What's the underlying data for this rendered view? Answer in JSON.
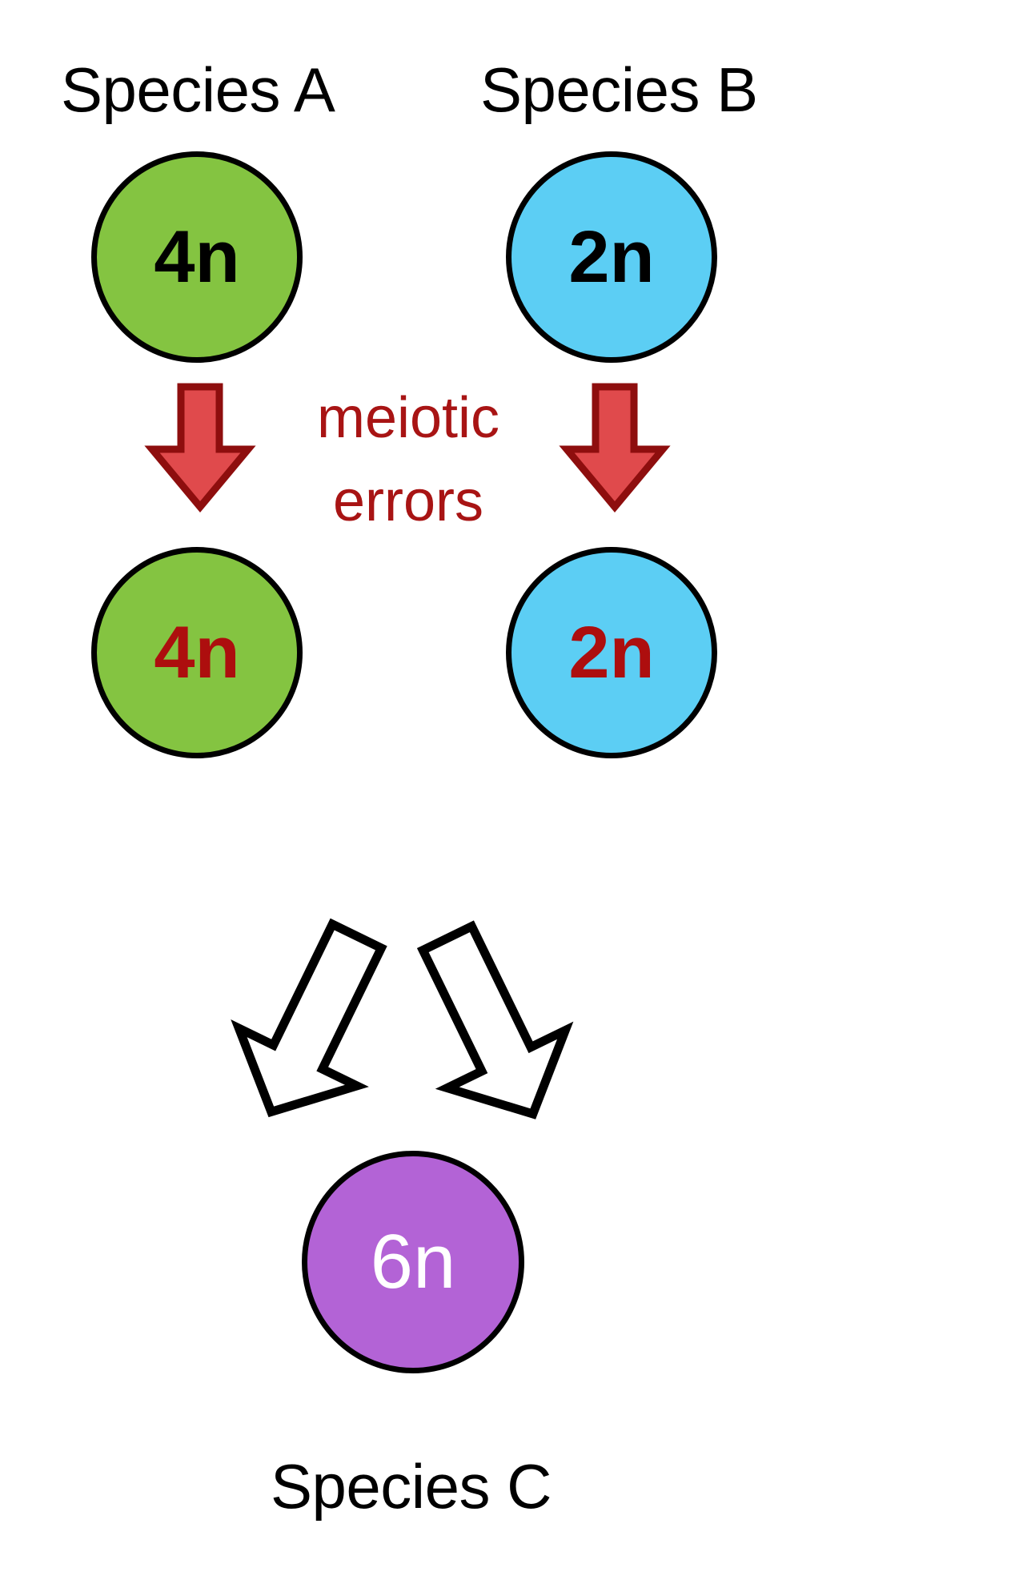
{
  "diagram": {
    "title": "Allopolyploid speciation diagram",
    "background_color": "#FFFFFF"
  },
  "labels": {
    "species_a": "Species A",
    "species_b": "Species B",
    "species_c": "Species C"
  },
  "annotation": {
    "line1": "meiotic",
    "line2": "errors",
    "color": "#A81414"
  },
  "nodes": [
    {
      "id": "parent-a",
      "label": "4n",
      "fill": "#84C441",
      "stroke": "#000000",
      "text_color": "#000000",
      "row": "parent"
    },
    {
      "id": "parent-b",
      "label": "2n",
      "fill": "#5CCEF4",
      "stroke": "#000000",
      "text_color": "#000000",
      "row": "parent"
    },
    {
      "id": "gamete-a",
      "label": "4n",
      "fill": "#84C441",
      "stroke": "#000000",
      "text_color": "#AD0E0E",
      "row": "gamete"
    },
    {
      "id": "gamete-b",
      "label": "2n",
      "fill": "#5CCEF4",
      "stroke": "#000000",
      "text_color": "#AD0E0E",
      "row": "gamete"
    },
    {
      "id": "hybrid-c",
      "label": "6n",
      "fill": "#B363D6",
      "stroke": "#000000",
      "text_color": "#FFFFFF",
      "row": "hybrid"
    }
  ],
  "arrows": [
    {
      "id": "meiosis-arrow-left",
      "style": "filled-red",
      "fill": "#E04A4C",
      "stroke": "#8E0E0E",
      "direction": "down"
    },
    {
      "id": "meiosis-arrow-right",
      "style": "filled-red",
      "fill": "#E04A4C",
      "stroke": "#8E0E0E",
      "direction": "down"
    },
    {
      "id": "fusion-arrow-left",
      "style": "outline-white",
      "fill": "#FFFFFF",
      "stroke": "#000000",
      "direction": "down-right"
    },
    {
      "id": "fusion-arrow-right",
      "style": "outline-white",
      "fill": "#FFFFFF",
      "stroke": "#000000",
      "direction": "down-left"
    }
  ]
}
